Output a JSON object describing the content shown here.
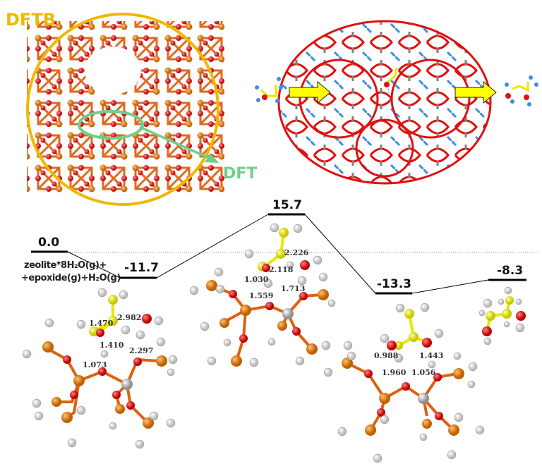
{
  "top_left_panel": {
    "outer_region_label": "DFTB",
    "inner_region_label": "DFT",
    "colors": {
      "dftb_circle": "#f0b800",
      "dft_ellipse": "#6fcf8a",
      "oxygen": "#e01010",
      "silicon": "#e8861a",
      "hydrogen": "#f2f2f2"
    }
  },
  "top_right_panel": {
    "description": "Zeolite pore with epoxide entering (left arrow) and diol product leaving (right arrow)",
    "colors": {
      "arrow": "#ffff00",
      "framework_o": "#e01010",
      "framework_si": "#808080",
      "framework_h": "#3a8ee6"
    }
  },
  "energy_profile": {
    "reference_line": "dotted",
    "levels": [
      {
        "id": "reactants",
        "value": "0.0",
        "label_line1": "zeolite*8H₂O(g)+",
        "label_line2": "+epoxide(g)+H₂O(g)"
      },
      {
        "id": "adsorbed",
        "value": "-11.7"
      },
      {
        "id": "transition_state",
        "value": "15.7"
      },
      {
        "id": "product_adsorbed",
        "value": "-13.3"
      },
      {
        "id": "product_desorbed",
        "value": "-8.3"
      }
    ]
  },
  "structures": {
    "adsorbed": {
      "distances": [
        "2.982",
        "1.470",
        "1.410",
        "2.297",
        "1.073"
      ],
      "atoms": [
        "C",
        "C",
        "C",
        "O",
        "Si",
        "Si",
        "Si",
        "Al",
        "H"
      ]
    },
    "transition_state": {
      "distances": [
        "2.226",
        "2.118",
        "1.030",
        "1.713",
        "1.559"
      ],
      "atoms": [
        "C",
        "C",
        "O",
        "Si",
        "Si",
        "Si",
        "Al",
        "H"
      ]
    },
    "product_adsorbed": {
      "distances": [
        "0.988",
        "1.443",
        "1.960",
        "1.056"
      ],
      "atoms": [
        "C",
        "C",
        "O",
        "Si",
        "Si",
        "Si",
        "Al",
        "H"
      ]
    },
    "product_desorbed": {
      "atoms": [
        "C",
        "C",
        "C",
        "O",
        "O",
        "H"
      ]
    }
  }
}
